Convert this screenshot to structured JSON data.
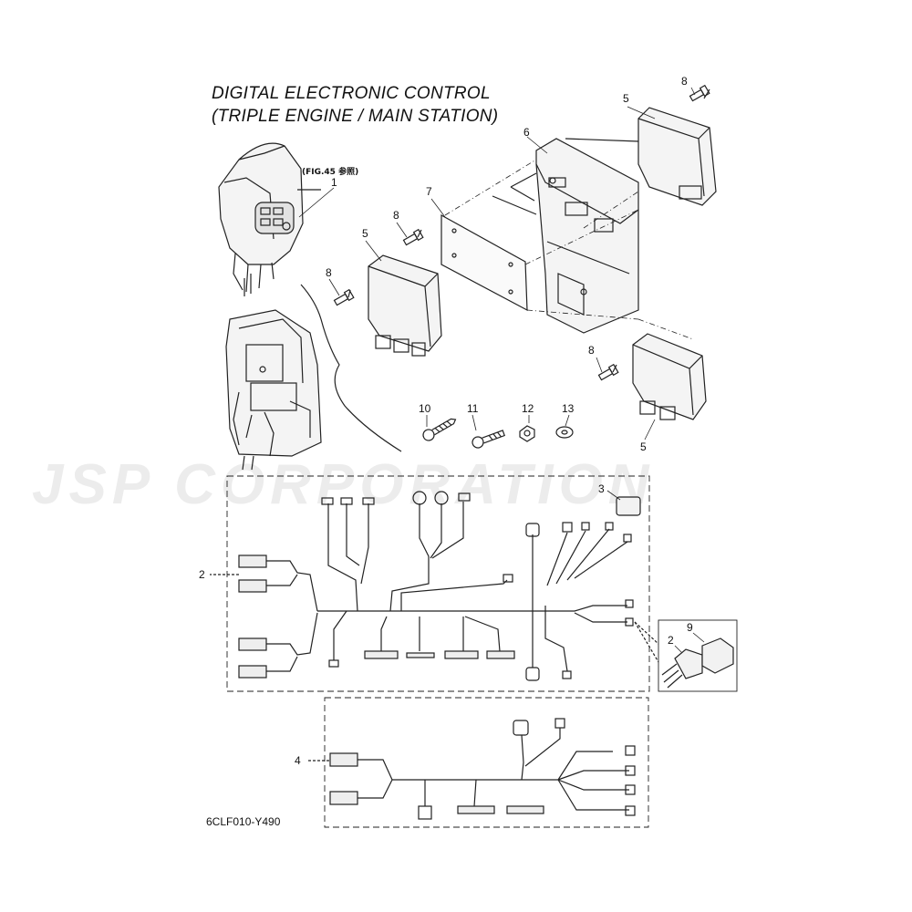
{
  "title_line1": "DIGITAL ELECTRONIC CONTROL",
  "title_line2": "(TRIPLE ENGINE / MAIN STATION)",
  "figure_reference": "(FIG.45 参照)",
  "figure_number": "6CLF010-Y490",
  "watermark": "JSP CORPORATION",
  "callouts": {
    "c1": "1",
    "c2a": "2",
    "c2b": "2",
    "c3": "3",
    "c4": "4",
    "c5a": "5",
    "c5b": "5",
    "c5c": "5",
    "c6": "6",
    "c7": "7",
    "c8a": "8",
    "c8b": "8",
    "c8c": "8",
    "c8d": "8",
    "c9": "9",
    "c10": "10",
    "c11": "11",
    "c12": "12",
    "c13": "13"
  }
}
